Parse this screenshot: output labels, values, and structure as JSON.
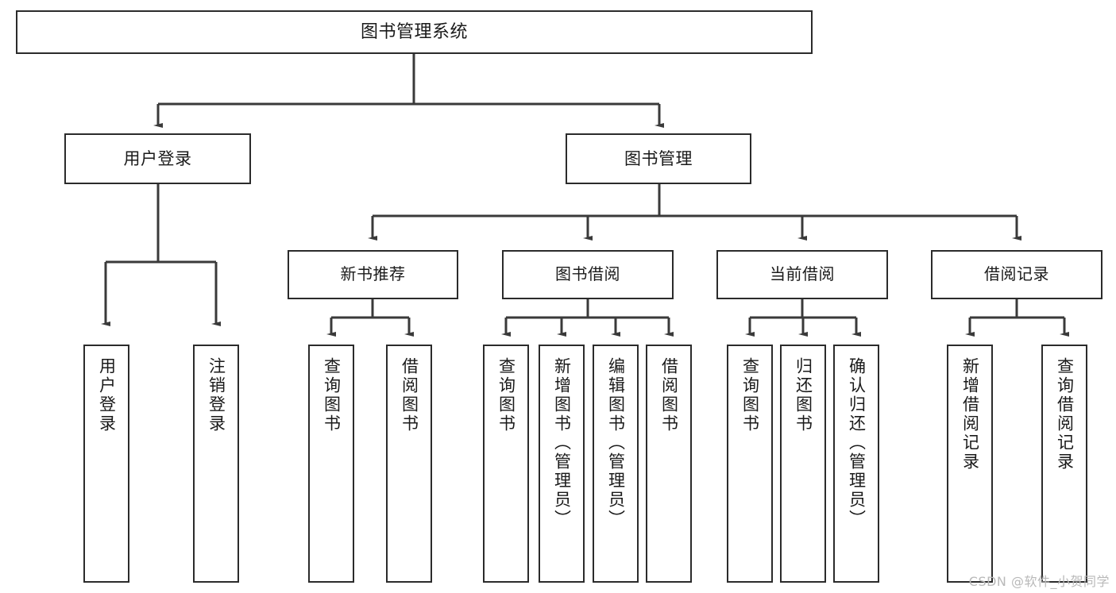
{
  "diagram": {
    "title": "图书管理系统",
    "type": "tree-hierarchy-chart",
    "watermark": "CSDN @软件_小贺同学",
    "colors": {
      "box_border": "#2b2b2b",
      "box_fill": "#ffffff",
      "connector": "#3a3a3a",
      "text": "#1a1a1a",
      "watermark": "#b9b9b9"
    }
  },
  "nodes": {
    "root": {
      "label": "图书管理系统"
    },
    "level2": [
      {
        "id": "user-login",
        "label": "用户登录"
      },
      {
        "id": "book-manage",
        "label": "图书管理"
      }
    ],
    "level3": [
      {
        "id": "new-book-recommend",
        "label": "新书推荐"
      },
      {
        "id": "book-borrow",
        "label": "图书借阅"
      },
      {
        "id": "current-borrow",
        "label": "当前借阅"
      },
      {
        "id": "borrow-record",
        "label": "借阅记录"
      }
    ],
    "leaves": {
      "user_login": [
        {
          "id": "leaf-user-login",
          "label": "用户登录"
        },
        {
          "id": "leaf-logout-login",
          "label": "注销登录"
        }
      ],
      "new_book_recommend": [
        {
          "id": "leaf-query-book-1",
          "label": "查询图书"
        },
        {
          "id": "leaf-borrow-book-1",
          "label": "借阅图书"
        }
      ],
      "book_borrow": [
        {
          "id": "leaf-query-book-2",
          "label": "查询图书"
        },
        {
          "id": "leaf-add-book-admin",
          "label": "新增图书（管理员）"
        },
        {
          "id": "leaf-edit-book-admin",
          "label": "编辑图书（管理员）"
        },
        {
          "id": "leaf-borrow-book-2",
          "label": "借阅图书"
        }
      ],
      "current_borrow": [
        {
          "id": "leaf-query-book-3",
          "label": "查询图书"
        },
        {
          "id": "leaf-return-book",
          "label": "归还图书"
        },
        {
          "id": "leaf-confirm-return-admin",
          "label": "确认归还（管理员）"
        }
      ],
      "borrow_record": [
        {
          "id": "leaf-add-borrow-record",
          "label": "新增借阅记录"
        },
        {
          "id": "leaf-query-borrow-record",
          "label": "查询借阅记录"
        }
      ]
    }
  }
}
